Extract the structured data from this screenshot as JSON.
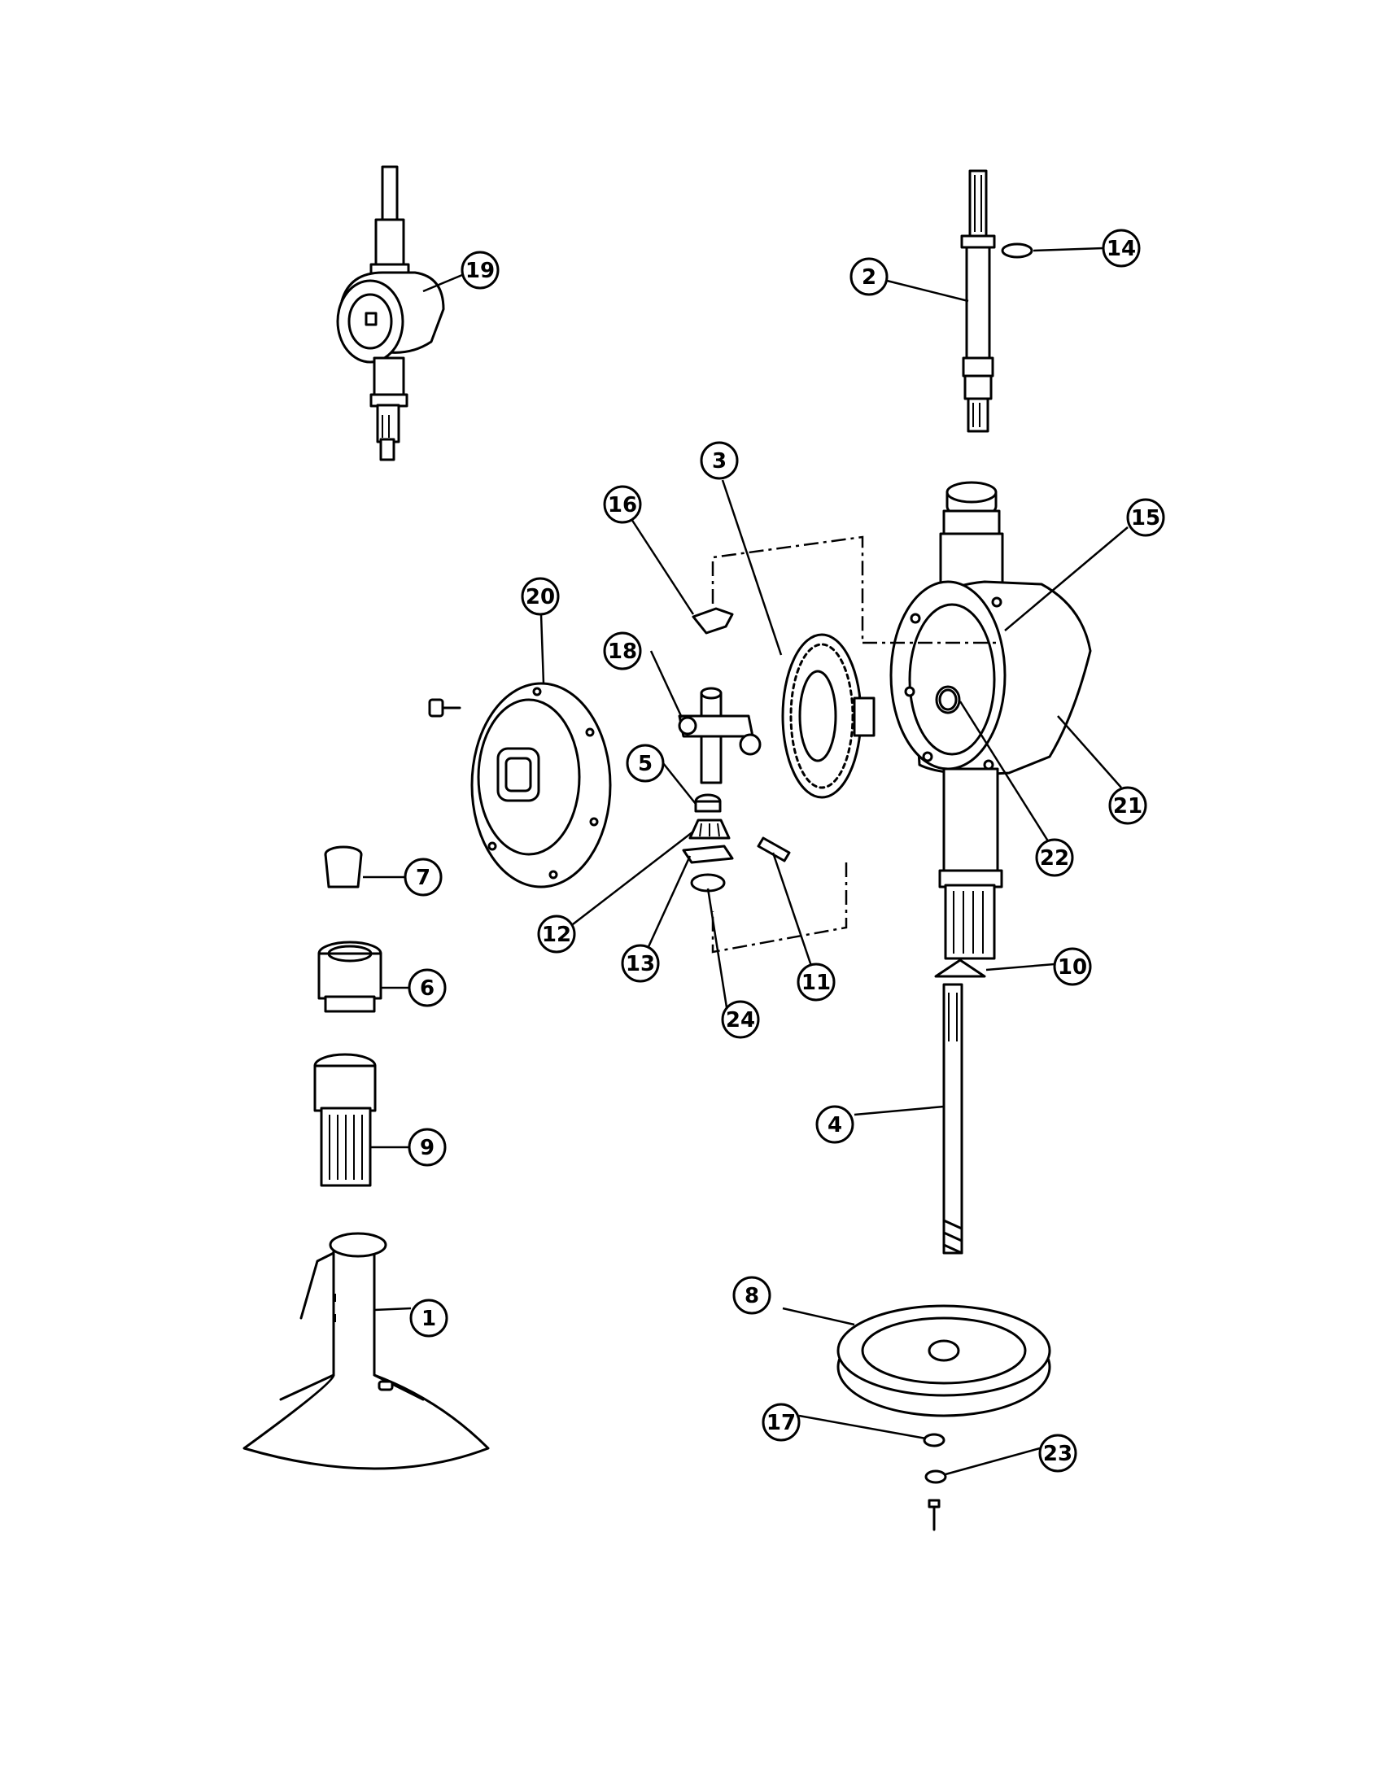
{
  "callouts": [
    {
      "id": "1",
      "label": "1"
    },
    {
      "id": "2",
      "label": "2"
    },
    {
      "id": "3",
      "label": "3"
    },
    {
      "id": "4",
      "label": "4"
    },
    {
      "id": "5",
      "label": "5"
    },
    {
      "id": "6",
      "label": "6"
    },
    {
      "id": "7",
      "label": "7"
    },
    {
      "id": "8",
      "label": "8"
    },
    {
      "id": "9",
      "label": "9"
    },
    {
      "id": "10",
      "label": "10"
    },
    {
      "id": "11",
      "label": "11"
    },
    {
      "id": "12",
      "label": "12"
    },
    {
      "id": "13",
      "label": "13"
    },
    {
      "id": "14",
      "label": "14"
    },
    {
      "id": "15",
      "label": "15"
    },
    {
      "id": "16",
      "label": "16"
    },
    {
      "id": "17",
      "label": "17"
    },
    {
      "id": "18",
      "label": "18"
    },
    {
      "id": "19",
      "label": "19"
    },
    {
      "id": "20",
      "label": "20"
    },
    {
      "id": "21",
      "label": "21"
    },
    {
      "id": "22",
      "label": "22"
    },
    {
      "id": "23",
      "label": "23"
    },
    {
      "id": "24",
      "label": "24"
    }
  ],
  "colors": {
    "ink": "#000000",
    "paper": "#ffffff"
  }
}
